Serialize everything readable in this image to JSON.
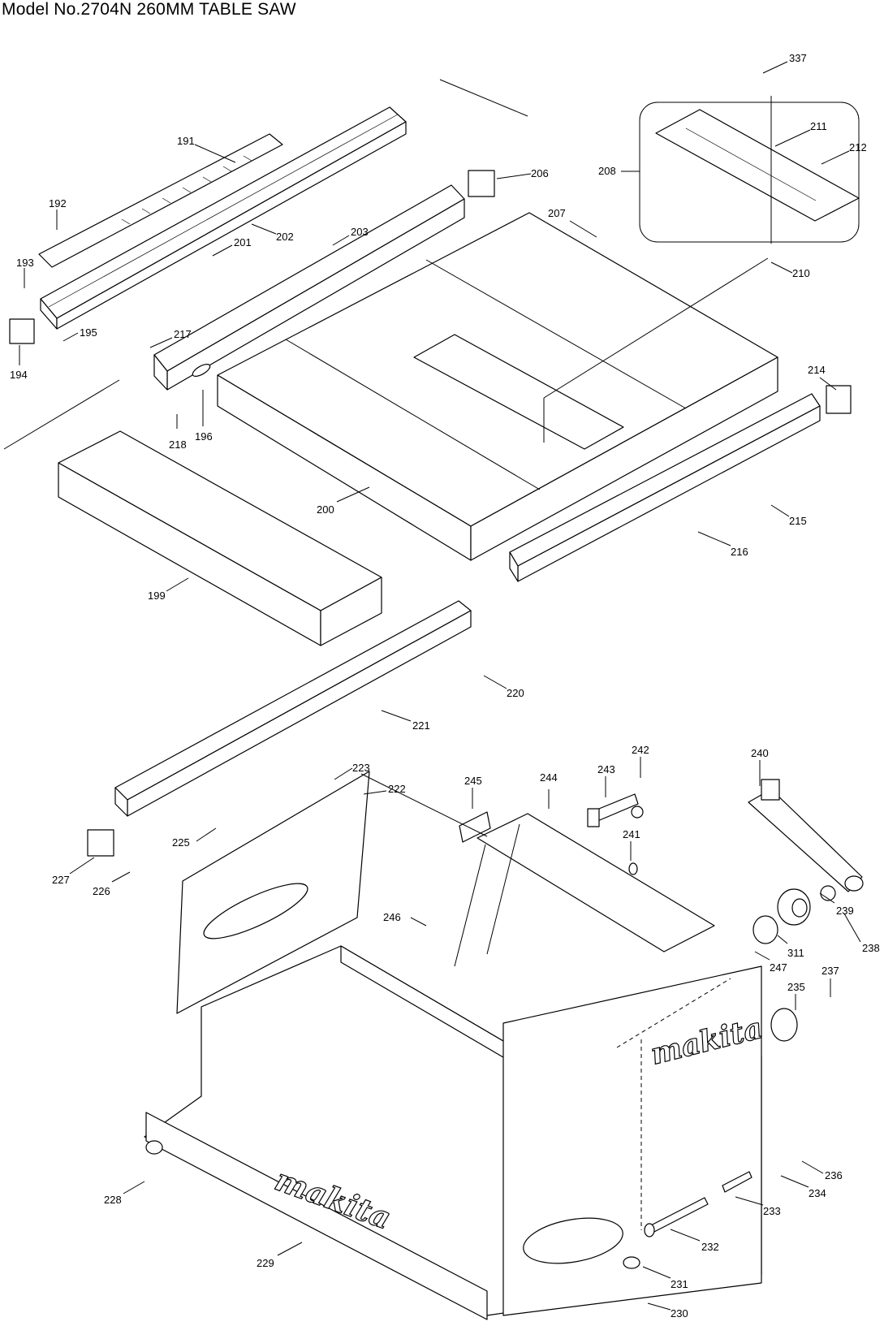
{
  "header": {
    "title": "Model No.2704N 260MM TABLE SAW"
  },
  "brand": {
    "logo_text": "makita"
  },
  "parts": [
    {
      "id": "337"
    },
    {
      "id": "211"
    },
    {
      "id": "212"
    },
    {
      "id": "208"
    },
    {
      "id": "210"
    },
    {
      "id": "191"
    },
    {
      "id": "192"
    },
    {
      "id": "193"
    },
    {
      "id": "194"
    },
    {
      "id": "195"
    },
    {
      "id": "201"
    },
    {
      "id": "202"
    },
    {
      "id": "203"
    },
    {
      "id": "206"
    },
    {
      "id": "207"
    },
    {
      "id": "217"
    },
    {
      "id": "218"
    },
    {
      "id": "196"
    },
    {
      "id": "214"
    },
    {
      "id": "215"
    },
    {
      "id": "216"
    },
    {
      "id": "200"
    },
    {
      "id": "199"
    },
    {
      "id": "220"
    },
    {
      "id": "221"
    },
    {
      "id": "223"
    },
    {
      "id": "222"
    },
    {
      "id": "225"
    },
    {
      "id": "227"
    },
    {
      "id": "226"
    },
    {
      "id": "245"
    },
    {
      "id": "244"
    },
    {
      "id": "243"
    },
    {
      "id": "242"
    },
    {
      "id": "241"
    },
    {
      "id": "240"
    },
    {
      "id": "239"
    },
    {
      "id": "238"
    },
    {
      "id": "311"
    },
    {
      "id": "247"
    },
    {
      "id": "246"
    },
    {
      "id": "237"
    },
    {
      "id": "235"
    },
    {
      "id": "236"
    },
    {
      "id": "234"
    },
    {
      "id": "233"
    },
    {
      "id": "232"
    },
    {
      "id": "231"
    },
    {
      "id": "230"
    },
    {
      "id": "229"
    },
    {
      "id": "228"
    }
  ]
}
